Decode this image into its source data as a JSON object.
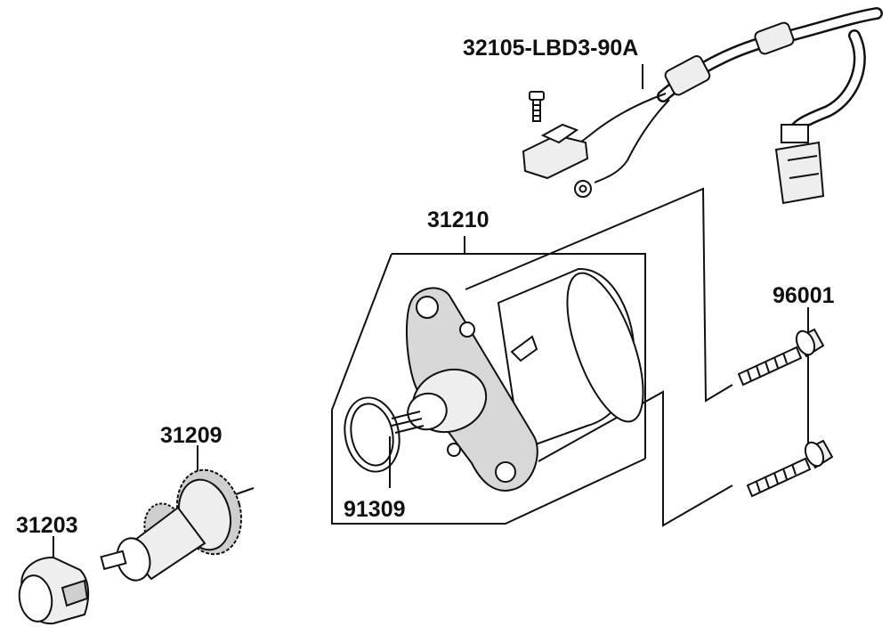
{
  "parts": [
    {
      "id": "harness",
      "number": "32105-LBD3-90A"
    },
    {
      "id": "motor",
      "number": "31210"
    },
    {
      "id": "bolt",
      "number": "96001"
    },
    {
      "id": "oring",
      "number": "91309"
    },
    {
      "id": "drive",
      "number": "31209"
    },
    {
      "id": "cap",
      "number": "31203"
    }
  ],
  "colors": {
    "line": "#111111",
    "shade": "#cfcfcf",
    "light": "#eeeeee"
  }
}
